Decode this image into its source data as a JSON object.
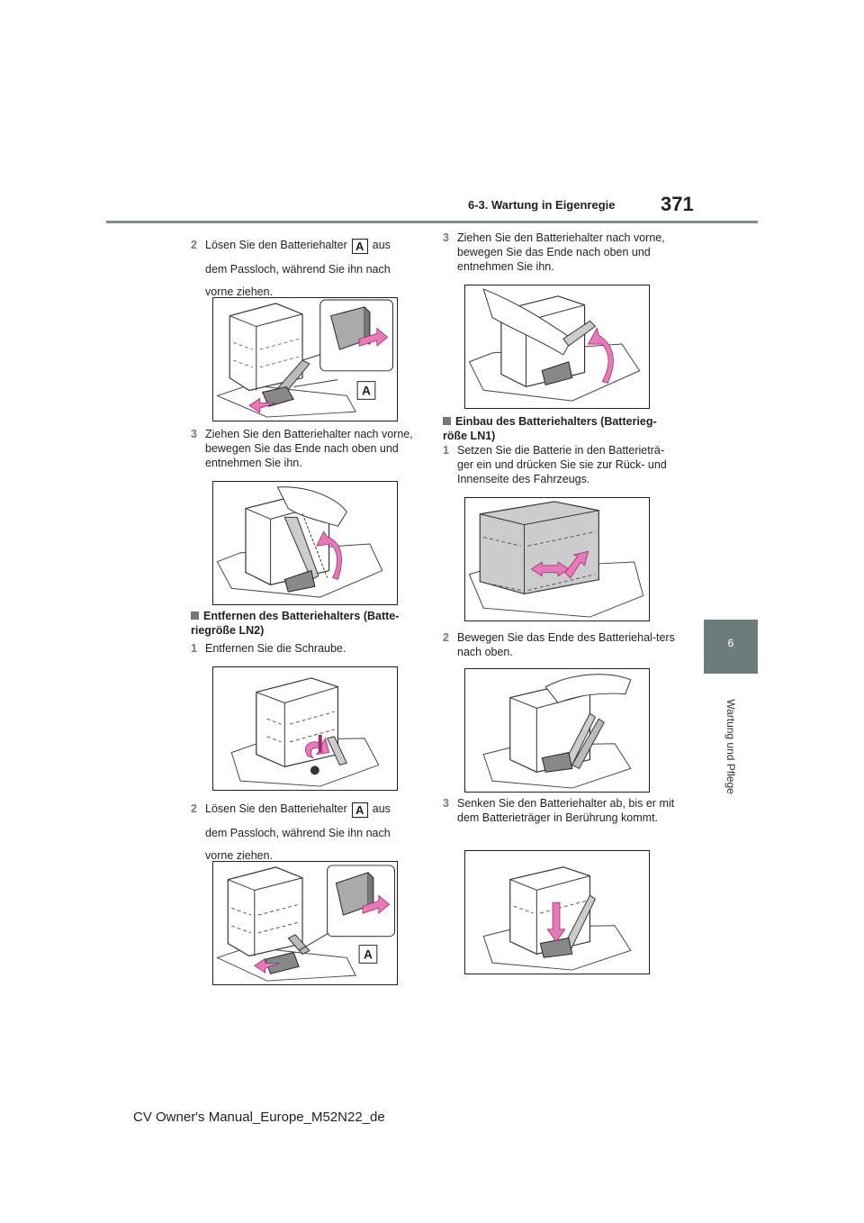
{
  "header": {
    "section": "6-3. Wartung in Eigenregie",
    "page_number": "371"
  },
  "side_tab": {
    "number": "6",
    "title": "Wartung und Pflege"
  },
  "left_column": {
    "step_a2": {
      "num": "2",
      "line1_pre": "Lösen Sie den Batteriehalter",
      "label": "A",
      "line1_post": "aus",
      "line2": "dem Passloch, während Sie ihn nach",
      "line3": "vorne ziehen."
    },
    "step_a3": {
      "num": "3",
      "text": "Ziehen Sie den Batteriehalter nach vorne, bewegen Sie das Ende nach oben und entnehmen Sie ihn."
    },
    "heading_ln2": "Entfernen des Batteriehalters (Batte-riegröße LN2)",
    "step_b1": {
      "num": "1",
      "text": "Entfernen Sie die Schraube."
    },
    "step_b2": {
      "num": "2",
      "line1_pre": "Lösen Sie den Batteriehalter",
      "label": "A",
      "line1_post": "aus",
      "line2": "dem Passloch, während Sie ihn nach",
      "line3": "vorne ziehen."
    },
    "fig_label": "A"
  },
  "right_column": {
    "step_c3": {
      "num": "3",
      "text": "Ziehen Sie den Batteriehalter nach vorne, bewegen Sie das Ende nach oben und entnehmen Sie ihn."
    },
    "heading_ln1": "Einbau des Batteriehalters (Batterieg-röße LN1)",
    "step_d1": {
      "num": "1",
      "text": "Setzen Sie die Batterie in den Batterieträ-ger ein und drücken Sie sie zur Rück- und Innenseite des Fahrzeugs."
    },
    "step_d2": {
      "num": "2",
      "text": "Bewegen Sie das Ende des Batteriehal-ters nach oben."
    },
    "step_d3": {
      "num": "3",
      "text": "Senken Sie den Batteriehalter ab, bis er mit dem Batterieträger in Berührung kommt."
    }
  },
  "footer": {
    "text": "CV Owner's Manual_Europe_M52N22_de"
  },
  "colors": {
    "accent": "#6d7b7b",
    "arrow": "#e67ab8",
    "text": "#231f20"
  }
}
